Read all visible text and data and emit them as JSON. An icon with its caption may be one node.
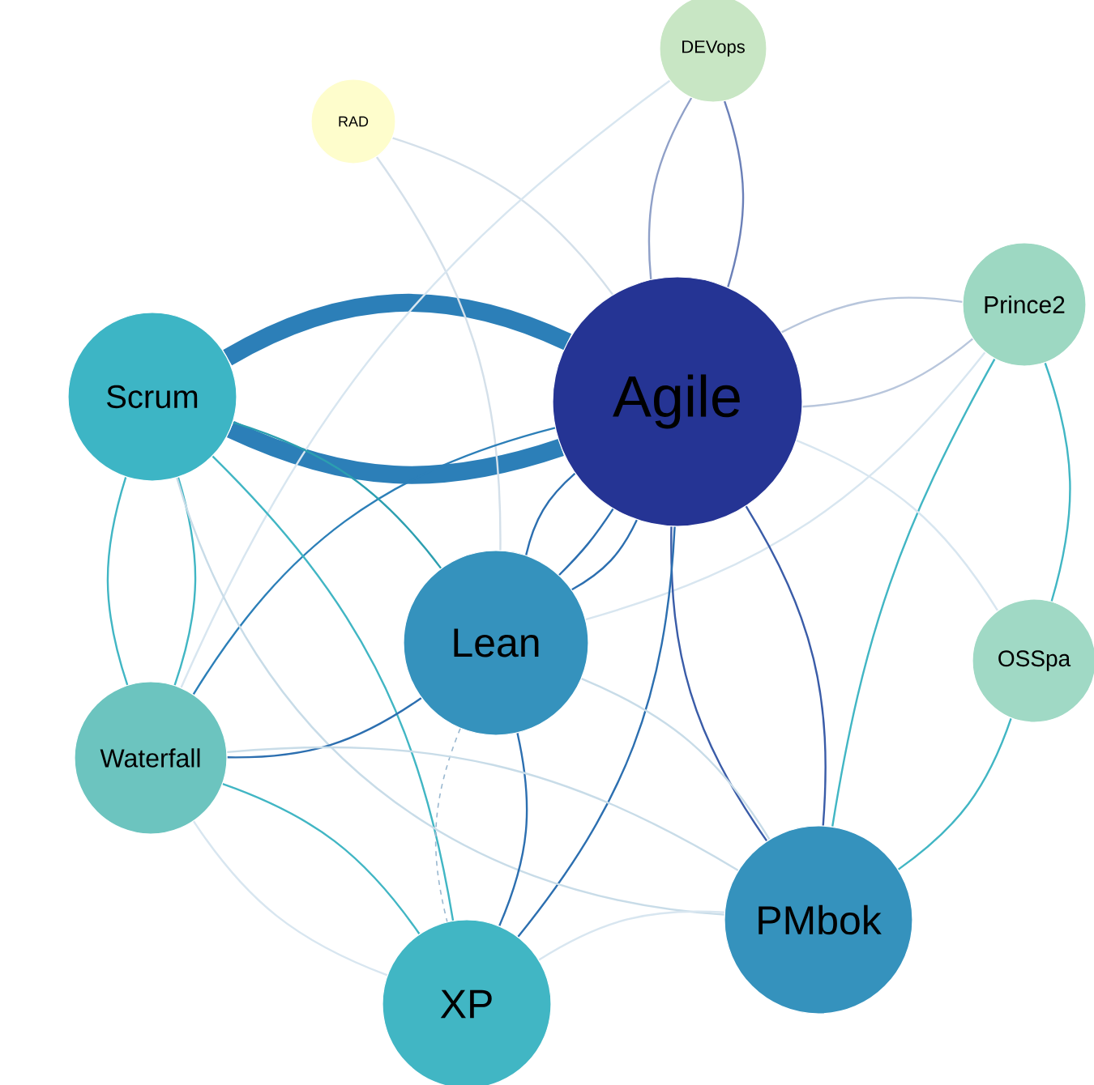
{
  "diagram": {
    "nodes": [
      {
        "text": [
          "DEVops"
        ]
      },
      {
        "text": [
          "RAD"
        ]
      },
      {
        "text": [
          "Prince2"
        ]
      },
      {
        "text": [
          "Scrum"
        ]
      },
      {
        "text": [
          "Agile"
        ]
      },
      {
        "text": [
          "Lean"
        ]
      },
      {
        "text": [
          "OSSpa"
        ]
      },
      {
        "text": [
          "Waterfall"
        ]
      },
      {
        "text": [
          "PMbok"
        ]
      },
      {
        "text": [
          "XP"
        ]
      }
    ],
    "edges": [
      {
        "from": 3,
        "to": 4,
        "arrow": "none",
        "style": "thick",
        "color": "#2c7fb8"
      },
      {
        "from": 3,
        "to": 4,
        "arrow": "none",
        "style": "thick",
        "color": "#2c7fb8"
      },
      {
        "from": 1,
        "to": 4,
        "arrow": "none",
        "color": "#d4e0ea"
      },
      {
        "from": 1,
        "to": 5,
        "arrow": "none",
        "color": "#d4e0ea"
      },
      {
        "from": 0,
        "to": 4,
        "arrow": "none",
        "color": "#6b80b8"
      },
      {
        "from": 0,
        "to": 4,
        "arrow": "none",
        "color": "#8fa0c8"
      },
      {
        "from": 0,
        "to": 7,
        "arrow": "none",
        "color": "#d8e6f0"
      },
      {
        "from": 2,
        "to": 4,
        "arrow": "none",
        "color": "#b8c6dc"
      },
      {
        "from": 2,
        "to": 4,
        "arrow": "none",
        "color": "#b8c6dc"
      },
      {
        "from": 2,
        "to": 8,
        "arrow": "none",
        "color": "#41b6c4"
      },
      {
        "from": 2,
        "to": 6,
        "arrow": "none",
        "color": "#41b6c4"
      },
      {
        "from": 2,
        "to": 5,
        "arrow": "none",
        "color": "#d8e6f0"
      },
      {
        "from": 4,
        "to": 5,
        "arrow": "none",
        "color": "#2c6fb0"
      },
      {
        "from": 4,
        "to": 5,
        "arrow": "none",
        "color": "#2c6fb0"
      },
      {
        "from": 4,
        "to": 5,
        "arrow": "none",
        "color": "#2c6fb0"
      },
      {
        "from": 4,
        "to": 7,
        "arrow": "none",
        "color": "#2c7fb8"
      },
      {
        "from": 4,
        "to": 8,
        "arrow": "none",
        "color": "#3a5ca8"
      },
      {
        "from": 4,
        "to": 8,
        "arrow": "none",
        "color": "#3a5ca8"
      },
      {
        "from": 4,
        "to": 9,
        "arrow": "none",
        "color": "#2c6fb0"
      },
      {
        "from": 4,
        "to": 6,
        "arrow": "none",
        "color": "#d8e6f0"
      },
      {
        "from": 3,
        "to": 5,
        "arrow": "none",
        "color": "#2c9fb0"
      },
      {
        "from": 3,
        "to": 7,
        "arrow": "none",
        "color": "#41b6c4"
      },
      {
        "from": 3,
        "to": 7,
        "arrow": "none",
        "color": "#41b6c4"
      },
      {
        "from": 3,
        "to": 9,
        "arrow": "none",
        "color": "#41b6c4"
      },
      {
        "from": 3,
        "to": 8,
        "arrow": "none",
        "color": "#c8dce8"
      },
      {
        "from": 5,
        "to": 7,
        "arrow": "none",
        "color": "#2c6fb0"
      },
      {
        "from": 5,
        "to": 9,
        "arrow": "none",
        "color": "#2c6fb0"
      },
      {
        "from": 5,
        "to": 9,
        "arrow": "none",
        "style": "dashed",
        "color": "#9ab8d0"
      },
      {
        "from": 7,
        "to": 9,
        "arrow": "none",
        "color": "#41b6c4"
      },
      {
        "from": 7,
        "to": 9,
        "arrow": "none",
        "color": "#d8e6f0"
      },
      {
        "from": 7,
        "to": 8,
        "arrow": "none",
        "color": "#c8dce8"
      },
      {
        "from": 6,
        "to": 8,
        "arrow": "none",
        "color": "#41b6c4"
      },
      {
        "from": 9,
        "to": 8,
        "arrow": "none",
        "color": "#d8e6f0"
      },
      {
        "from": 5,
        "to": 8,
        "arrow": "none",
        "color": "#c8dce8"
      }
    ]
  }
}
